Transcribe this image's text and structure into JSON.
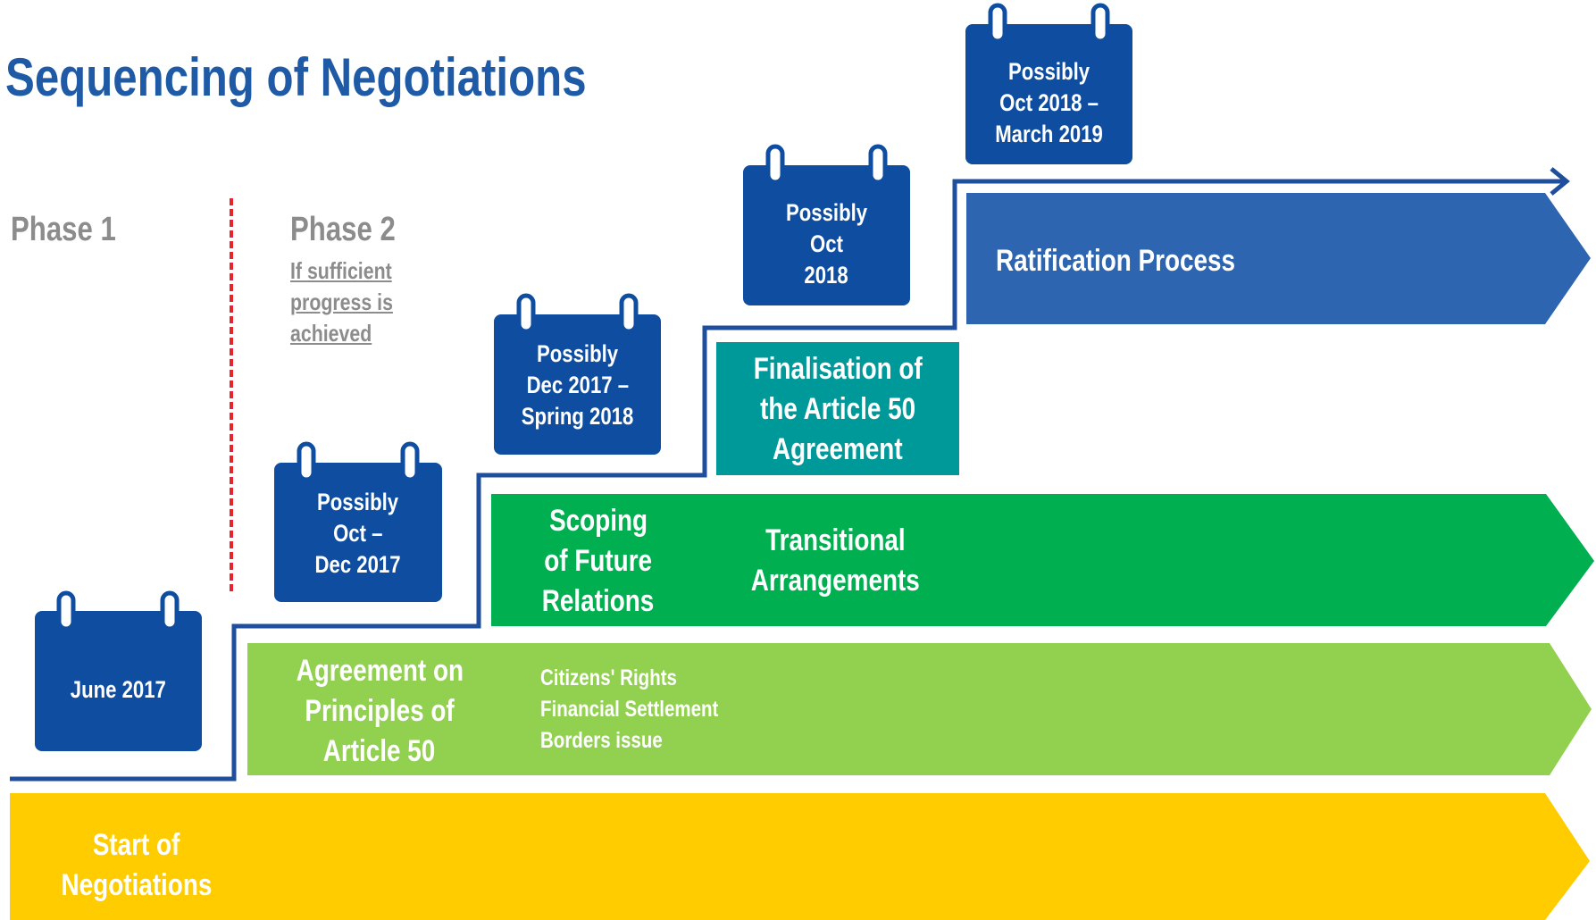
{
  "title": "Sequencing of Negotiations",
  "phases": {
    "phase1_label": "Phase 1",
    "phase2_label": "Phase 2",
    "phase2_note": [
      "If sufficient",
      "progress is",
      "achieved"
    ]
  },
  "colors": {
    "title": "#1f5aa6",
    "calendar": "#0f4da1",
    "start_band": "#ffcc00",
    "principles_band": "#92d050",
    "transition_band": "#00b050",
    "finalisation_box": "#00999a",
    "ratification_band": "#2e65b0",
    "staircase_line": "#1f4e9c",
    "phase_divider": "#e8232b",
    "phase_text": "#8c8c8c"
  },
  "bands": {
    "start": [
      "Start of",
      "Negotiations"
    ],
    "principles": [
      "Agreement on",
      "Principles of",
      "Article 50"
    ],
    "principles_issues": [
      "Citizens' Rights",
      "Financial Settlement",
      "Borders issue"
    ],
    "scoping": [
      "Scoping",
      "of Future",
      "Relations"
    ],
    "transitional": [
      "Transitional",
      "Arrangements"
    ],
    "finalisation": [
      "Finalisation of",
      "the Article 50",
      "Agreement"
    ],
    "ratification": "Ratification Process"
  },
  "calendars": {
    "june": [
      "June 2017"
    ],
    "oct_dec": [
      "Possibly",
      "Oct –",
      "Dec 2017"
    ],
    "dec_spring": [
      "Possibly",
      "Dec 2017 –",
      "Spring 2018"
    ],
    "oct": [
      "Possibly",
      "Oct",
      "2018"
    ],
    "oct_march": [
      "Possibly",
      "Oct 2018 –",
      "March 2019"
    ]
  }
}
